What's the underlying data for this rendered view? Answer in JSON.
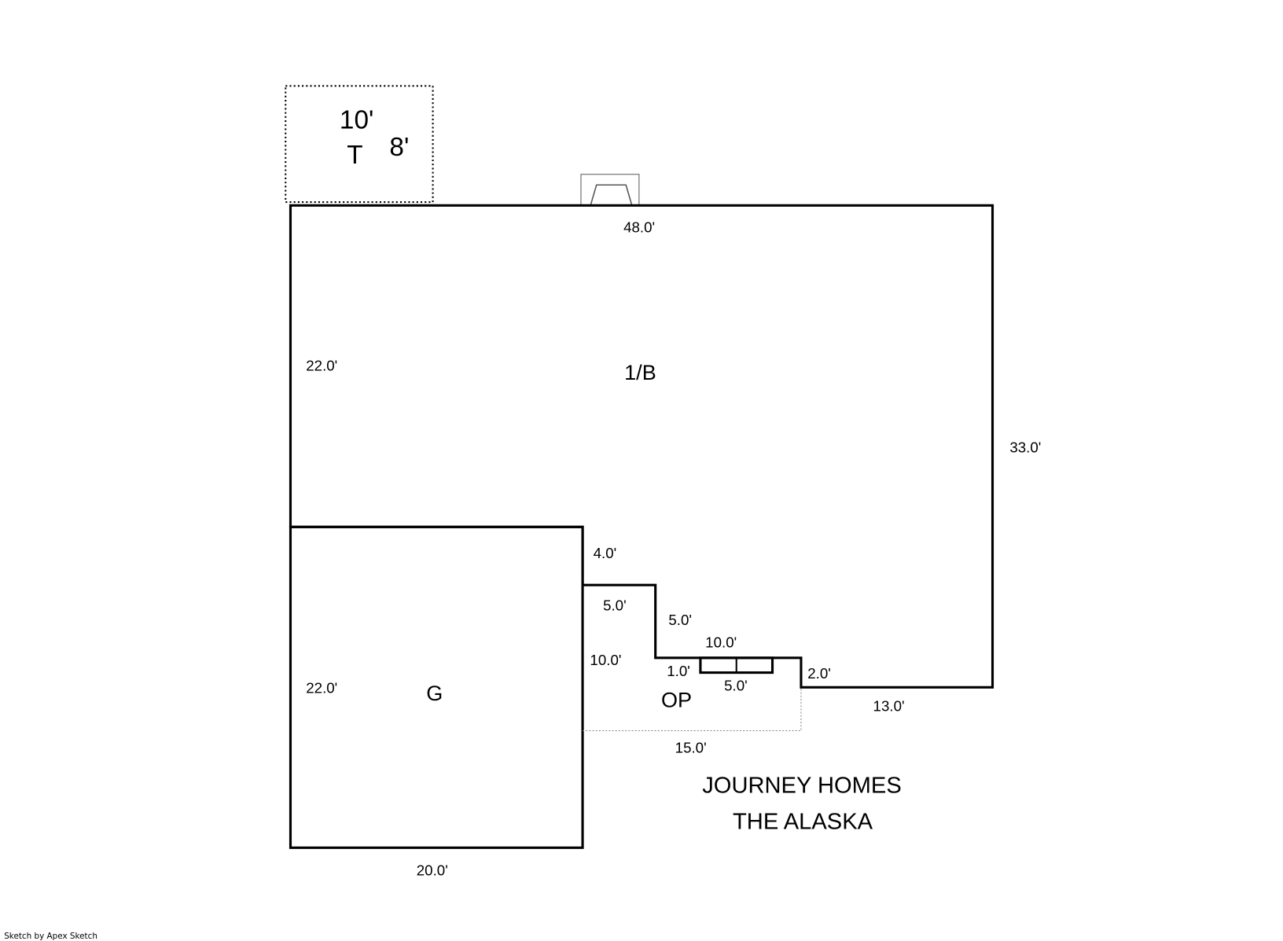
{
  "sketch": {
    "areas": {
      "main": "1/B",
      "garage": "G",
      "porch": "OP",
      "t_area": "T"
    },
    "t_dims": {
      "width": "10'",
      "height": "8'"
    },
    "dimensions": {
      "top": "48.0'",
      "left_main": "22.0'",
      "right": "33.0'",
      "left_garage": "22.0'",
      "garage_bottom": "20.0'",
      "step1_vert": "4.0'",
      "step1_horiz": "5.0'",
      "step2_vert": "5.0'",
      "porch_left": "10.0'",
      "porch_top": "10.0'",
      "stoop_depth": "1.0'",
      "stoop_width": "5.0'",
      "step3_vert": "2.0'",
      "bottom_right": "13.0'",
      "porch_bottom": "15.0'"
    },
    "title_lines": [
      "JOURNEY HOMES",
      "THE ALASKA"
    ],
    "footer": "Sketch by Apex Sketch"
  }
}
